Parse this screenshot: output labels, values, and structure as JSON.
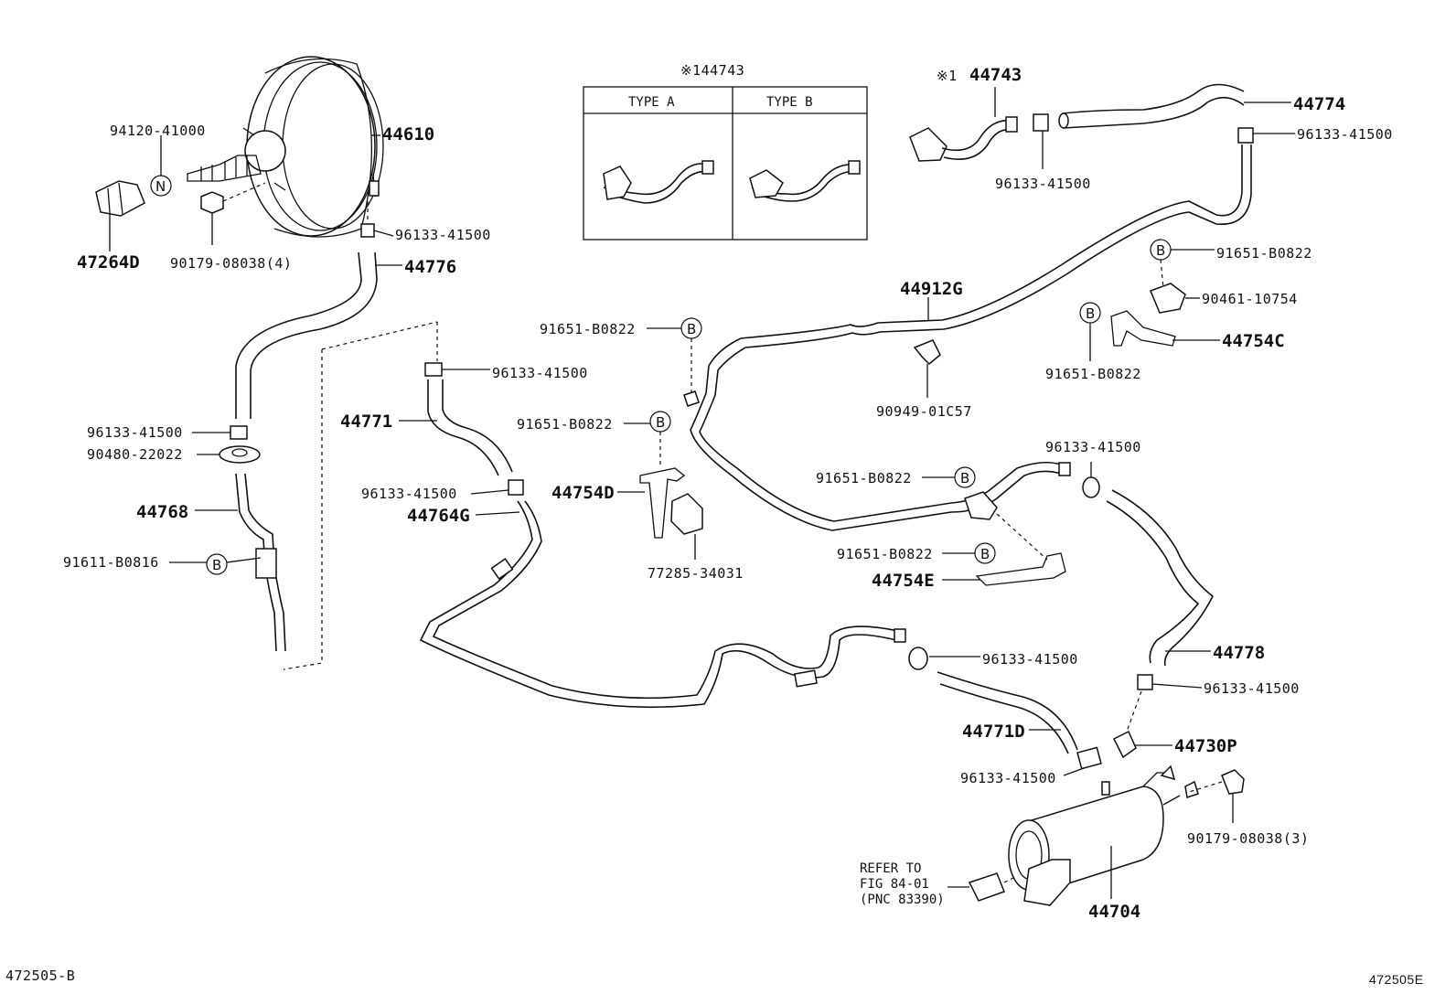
{
  "inset": {
    "title": "※144743",
    "type_a": "TYPE A",
    "type_b": "TYPE B"
  },
  "labels": {
    "p44610": "44610",
    "p94120": "94120-41000",
    "p47264D": "47264D",
    "p90179_4": "90179-08038(4)",
    "p96133_a": "96133-41500",
    "p44776": "44776",
    "p96133_b": "96133-41500",
    "p90480": "90480-22022",
    "p44768": "44768",
    "p91611": "91611-B0816",
    "p44743_star": "※1 44743",
    "p44774": "44774",
    "p96133_c": "96133-41500",
    "p96133_d": "96133-41500",
    "p91651_a": "91651-B0822",
    "p90461": "90461-10754",
    "p44754C": "44754C",
    "p91651_b": "91651-B0822",
    "p44912G": "44912G",
    "p90949": "90949-01C57",
    "p91651_c": "91651-B0822",
    "p96133_e": "96133-41500",
    "p44771": "44771",
    "p91651_d": "91651-B0822",
    "p96133_f": "96133-41500",
    "p44754D": "44754D",
    "p44764G": "44764G",
    "p77285": "77285-34031",
    "p91651_e": "91651-B0822",
    "p96133_g": "96133-41500",
    "p91651_f": "91651-B0822",
    "p44754E": "44754E",
    "p96133_h": "96133-41500",
    "p44778": "44778",
    "p96133_i": "96133-41500",
    "p44771D": "44771D",
    "p44730P": "44730P",
    "p96133_j": "96133-41500",
    "p90179_3": "90179-08038(3)",
    "p44704": "44704",
    "refer1": "REFER TO",
    "refer2": "FIG 84-01",
    "refer3": "(PNC 83390)"
  },
  "markers": {
    "n": "N",
    "b": "B"
  },
  "footer": {
    "left": "472505-B",
    "right": "472505E"
  }
}
